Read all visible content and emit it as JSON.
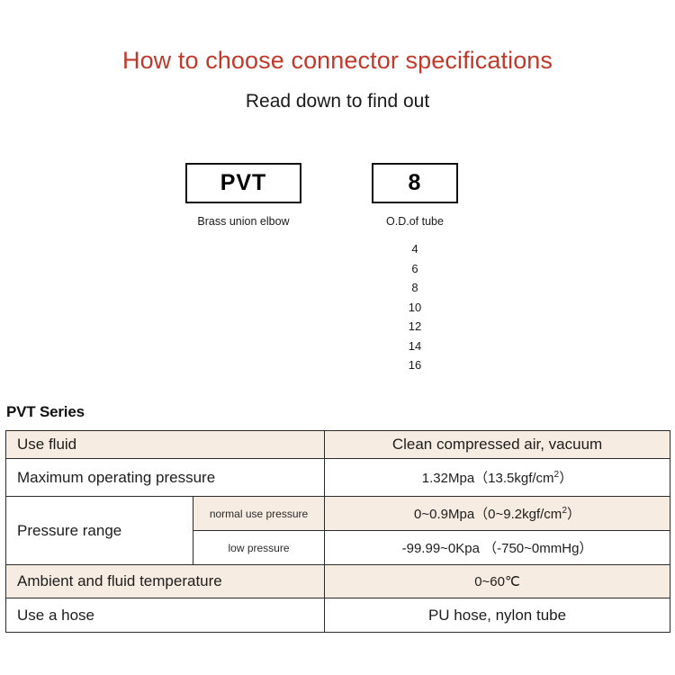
{
  "header": {
    "title": "How to choose connector specifications",
    "subtitle": "Read down to find out",
    "title_color": "#c0392b"
  },
  "selector": {
    "series": {
      "code": "PVT",
      "caption": "Brass union elbow"
    },
    "size": {
      "code": "8",
      "caption": "O.D.of tube",
      "options": [
        "4",
        "6",
        "8",
        "10",
        "12",
        "14",
        "16"
      ]
    }
  },
  "spec": {
    "title": "PVT Series",
    "accent_color": "#f7ece1",
    "rows": [
      {
        "label": "Use fluid",
        "value": "Clean compressed air, vacuum"
      },
      {
        "label": "Maximum operating pressure",
        "value_main": "1.32Mpa",
        "value_paren": "（13.5kgf/cm",
        "value_sup": "2",
        "value_tail": "）"
      },
      {
        "label": "Pressure range",
        "sub": [
          {
            "sublabel": "normal use pressure",
            "value_main": "0~0.9Mpa",
            "value_paren": "（0~9.2kgf/cm",
            "value_sup": "2",
            "value_tail": "）"
          },
          {
            "sublabel": "low pressure",
            "value": "-99.99~0Kpa （-750~0mmHg）"
          }
        ]
      },
      {
        "label": "Ambient and fluid temperature",
        "value": "0~60℃"
      },
      {
        "label": "Use a hose",
        "value": "PU hose, nylon tube"
      }
    ]
  }
}
